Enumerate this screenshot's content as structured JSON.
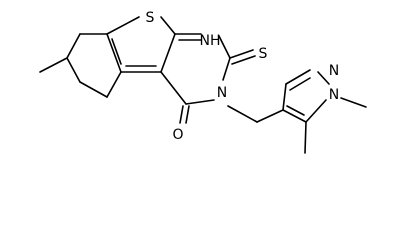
{
  "molecule": {
    "atom_labels": {
      "s_thiophene": "S",
      "nh": "NH",
      "s_thione": "S",
      "n_ring": "N",
      "o_carbonyl": "O",
      "n_pyrazole_2": "N",
      "n_pyrazole_1": "N"
    }
  }
}
